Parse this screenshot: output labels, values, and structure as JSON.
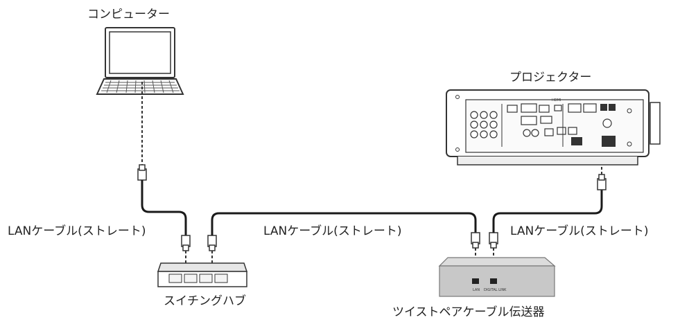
{
  "labels": {
    "computer": "コンピューター",
    "projector": "プロジェクター",
    "switching_hub": "スイチングハブ",
    "twisted_pair_transmitter": "ツイストペアケーブル伝送器",
    "cable_left": "LANケーブル(ストレート)",
    "cable_middle": "LANケーブル(ストレート)",
    "cable_right": "LANケーブル(ストレート)"
  },
  "device_text": {
    "transmitter_lan_port": "LAN",
    "transmitter_digital_link_port": "DIGITAL LINK",
    "projector_hdmi": "HDMI"
  },
  "colors": {
    "line": "#333333",
    "cable": "#1a1a1a",
    "device_fill": "#ffffff",
    "device_shadow": "#cfcfcf",
    "transmitter_fill": "#c8c8c8"
  }
}
